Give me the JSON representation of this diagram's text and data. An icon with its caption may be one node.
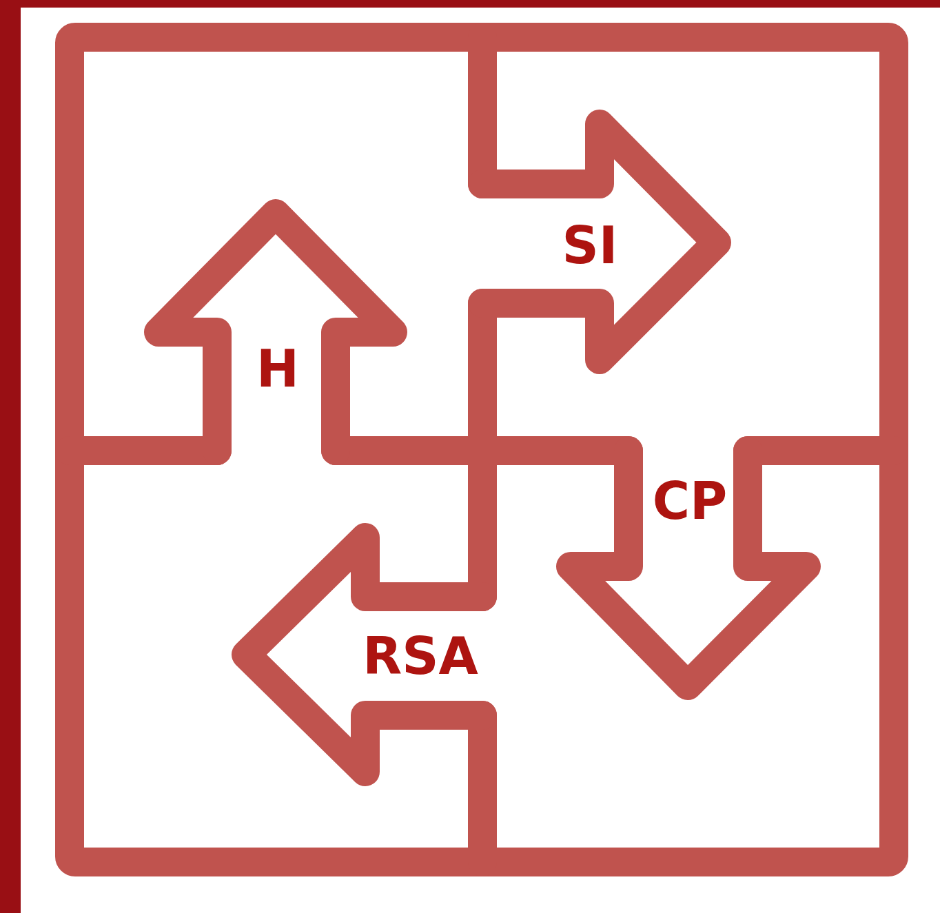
{
  "diagram": {
    "nodes": [
      {
        "text": [
          "SI"
        ]
      },
      {
        "text": [
          "H"
        ]
      },
      {
        "text": [
          "CP"
        ]
      },
      {
        "text": [
          "RSA"
        ]
      }
    ]
  }
}
